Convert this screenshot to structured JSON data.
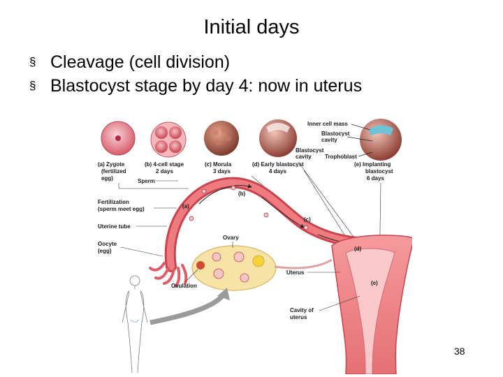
{
  "slide": {
    "title": "Initial days",
    "bullet_marker": "§",
    "bullets": [
      "Cleavage (cell division)",
      "Blastocyst stage by day 4: now in uterus"
    ],
    "page_number": "38"
  },
  "figure": {
    "stage_labels": {
      "a": [
        "(a) Zygote",
        "(fertilized",
        "egg)"
      ],
      "b": [
        "(b) 4-cell stage",
        "2 days"
      ],
      "c": [
        "(c) Morula",
        "3 days"
      ],
      "d": [
        "(d) Early blastocyst",
        "4 days"
      ],
      "e": [
        "(e) Implanting",
        "blastocyst",
        "6 days"
      ]
    },
    "callouts": {
      "inner_cell_mass": "Inner cell mass",
      "blastocyst_cavity_top": [
        "Blastocyst",
        "cavity"
      ],
      "blastocyst_cavity_mid": [
        "Blastocyst",
        "cavity"
      ],
      "trophoblast": "Trophoblast",
      "sperm": "Sperm",
      "fertilization": [
        "Fertilization",
        "(sperm meet egg)"
      ],
      "uterine_tube": "Uterine tube",
      "oocyte": [
        "Oocyte",
        "(egg)"
      ],
      "ovary": "Ovary",
      "ovulation": "Ovulation",
      "uterus": "Uterus",
      "cavity_of_uterus": [
        "Cavity of",
        "uterus"
      ]
    },
    "path_markers": {
      "a": "(a)",
      "b": "(b)",
      "c": "(c)",
      "d": "(d)",
      "e": "(e)"
    },
    "colors": {
      "tube": "#e8626a",
      "tube_dark": "#c9434d",
      "uterus": "#f08a8e",
      "ovary": "#f7e3a6",
      "arrow_gray": "#9a9a9a"
    }
  }
}
